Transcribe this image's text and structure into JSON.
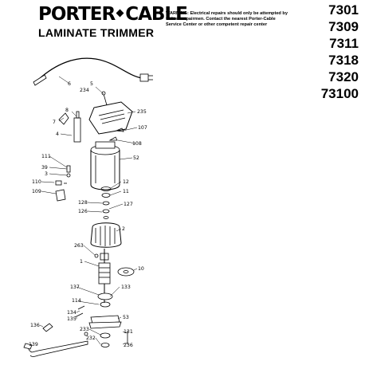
{
  "brand": {
    "name_left": "PORTER",
    "name_right": "CABLE"
  },
  "product_title": "LAMINATE TRIMMER",
  "warning_text": "WARNING: Electrical repairs should only be attempted by trained repairmen. Contact the nearest Porter-Cable Service Center or other competent repair center",
  "model_numbers": [
    "7301",
    "7309",
    "7311",
    "7318",
    "7320",
    "73100"
  ],
  "part_labels": {
    "p6": "6",
    "p5": "5",
    "p234": "234",
    "p235": "235",
    "p8": "8",
    "p7": "7",
    "p4": "4",
    "p107": "107",
    "p108": "108",
    "p52": "52",
    "p111": "111",
    "p39": "39",
    "p3": "3",
    "p110": "110",
    "p109": "109",
    "p12": "12",
    "p11": "11",
    "p128": "128",
    "p127": "127",
    "p126": "126",
    "p2": "2",
    "p263": "263",
    "p1": "1",
    "p10": "10",
    "p137": "137",
    "p133": "133",
    "p114": "114",
    "p134": "134",
    "p135": "135",
    "p53": "53",
    "p136": "136",
    "p233": "233",
    "p131": "131",
    "p232": "232",
    "p139": "139",
    "p236": "236"
  }
}
